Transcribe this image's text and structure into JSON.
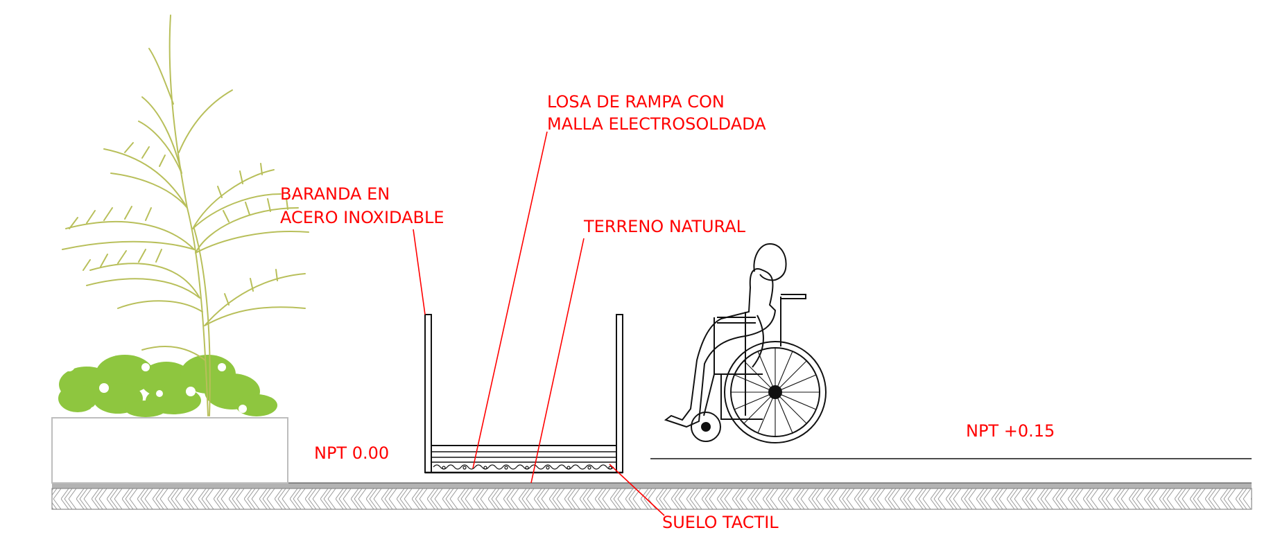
{
  "labels": {
    "losa_line1": "LOSA DE RAMPA CON",
    "losa_line2": "MALLA ELECTROSOLDADA",
    "baranda_line1": "BARANDA EN",
    "baranda_line2": "ACERO INOXIDABLE",
    "terreno": "TERRENO NATURAL",
    "npt_low": "NPT 0.00",
    "npt_high": "NPT +0.15",
    "suelo": "SUELO TACTIL"
  },
  "colors": {
    "annotation": "#ff0000",
    "linework": "#111111",
    "palm": "#b8bf5a",
    "shrub": "#8ec63f",
    "ground_band": "#b3b3b3",
    "planter": "#bdbdbd"
  },
  "icons": [
    "palm-plant-icon",
    "shrub-icon",
    "wheelchair-user-icon"
  ]
}
